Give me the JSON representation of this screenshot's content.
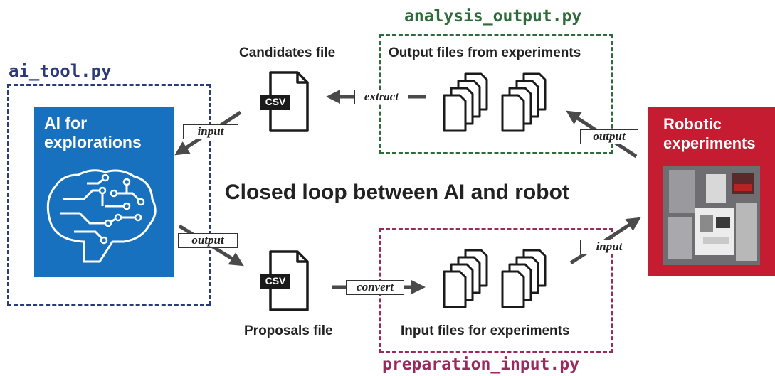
{
  "colors": {
    "ai_blue": "#1771bf",
    "navy": "#2a3a7a",
    "green": "#2f6b3a",
    "maroon": "#9b2a5c",
    "robot_red": "#c51c32",
    "arrow": "#4a4a4a"
  },
  "scripts": {
    "ai_tool": "ai_tool.py",
    "analysis_output": "analysis_output.py",
    "preparation_input": "preparation_input.py"
  },
  "ai_box": {
    "title": "AI for explorations",
    "icon": "brain-circuit-icon"
  },
  "robot_box": {
    "title": "Robotic experiments",
    "photo": "robot-photo"
  },
  "files": {
    "candidates_label": "Candidates file",
    "proposals_label": "Proposals file",
    "output_files_label": "Output files from experiments",
    "input_files_label": "Input files for experiments",
    "csv_tag": "CSV"
  },
  "arrows": {
    "extract": "extract",
    "input_to_ai": "input",
    "output_from_ai": "output",
    "convert": "convert",
    "output_from_robot": "output",
    "input_to_robot": "input"
  },
  "center_title": "Closed loop between AI and robot"
}
